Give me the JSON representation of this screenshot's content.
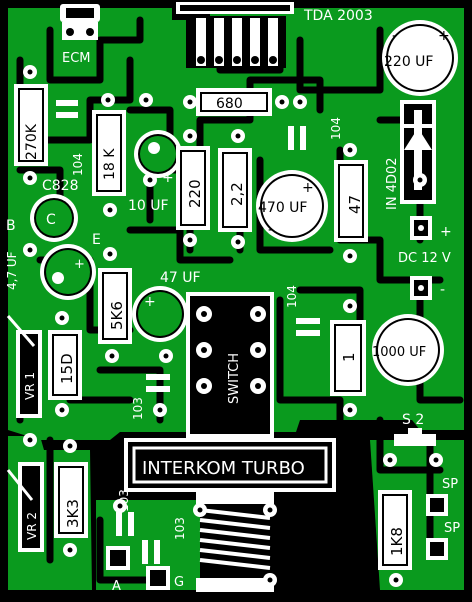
{
  "board": {
    "copper_color": "#0a9a1e",
    "silk_color": "#ffffff",
    "background_color": "#000000"
  },
  "labels": {
    "title": "TDA 2003",
    "ecm": "ECM",
    "c1": "220 UF",
    "r_680": "680",
    "r_270k": "270K",
    "c_104_a": "104",
    "r_18k": "18 K",
    "c_104_b": "104",
    "diode": "IN 4D02",
    "c828": "C828",
    "b": "B",
    "c": "C",
    "e": "E",
    "c_10uf": "10 UF",
    "r_220": "220",
    "r_22": "2,2",
    "c_470": "470 UF",
    "r_47": "47",
    "dc": "DC 12 V",
    "c_47uf_v": "4,7 UF",
    "c_47uf": "47 UF",
    "c_104_c": "104",
    "r_5k6": "5K6",
    "r_150": "15D",
    "vr1": "VR 1",
    "c_103_a": "103",
    "switch": "SWITCH",
    "r_1": "1",
    "c_1000": "1000 UF",
    "s2": "S 2",
    "interkom": "INTERKOM TURBO",
    "sp1": "SP",
    "sp2": "SP",
    "vr2": "VR 2",
    "r_3k3": "3K3",
    "c_103_b": "103",
    "c_103_c": "103",
    "r_1k8": "1K8",
    "a": "A",
    "g": "G",
    "plus1": "+",
    "plus2": "+",
    "plus3": "+",
    "plus4": "+",
    "plus5": "+",
    "plus6": "+",
    "minus1": "-",
    "minus2": "-",
    "minus3": "-"
  }
}
